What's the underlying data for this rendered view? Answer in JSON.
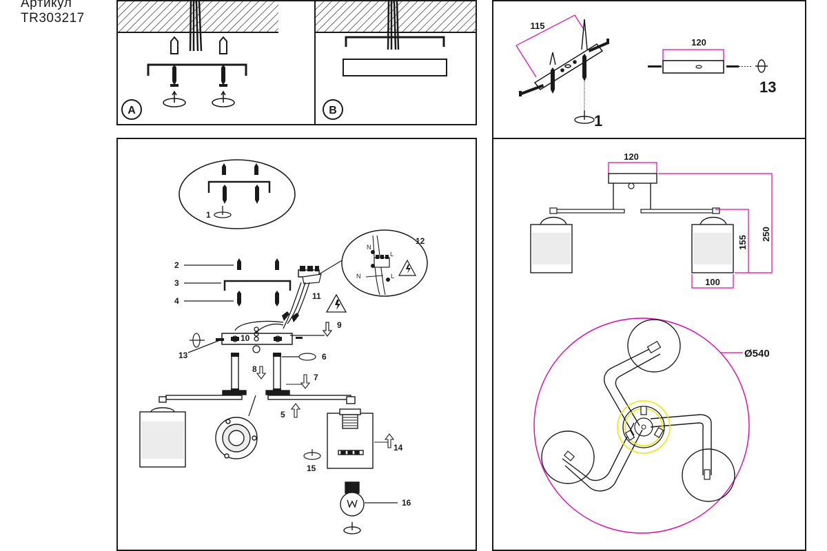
{
  "header": {
    "line1": "Артикул",
    "line2": "TR303217"
  },
  "panel_a": {
    "badge": "A"
  },
  "panel_b": {
    "badge": "B"
  },
  "mount_detail": {
    "width": "115",
    "plate_width": "120",
    "step_screw": "1",
    "step_end": "13"
  },
  "assembly": {
    "inset_step": "1",
    "steps": [
      "2",
      "3",
      "4",
      "5",
      "6",
      "7",
      "8",
      "9",
      "10",
      "11",
      "12",
      "13",
      "14",
      "15",
      "16"
    ],
    "wiring": {
      "n": "N",
      "l": "L"
    }
  },
  "front_view": {
    "top_width": "120",
    "height_total": "250",
    "height_shade": "155",
    "shade_width": "100"
  },
  "top_view": {
    "diameter": "Ø540"
  },
  "colors": {
    "line": "#1a1a1a",
    "dimension": "#e000b4",
    "highlight": "#e8e800"
  }
}
